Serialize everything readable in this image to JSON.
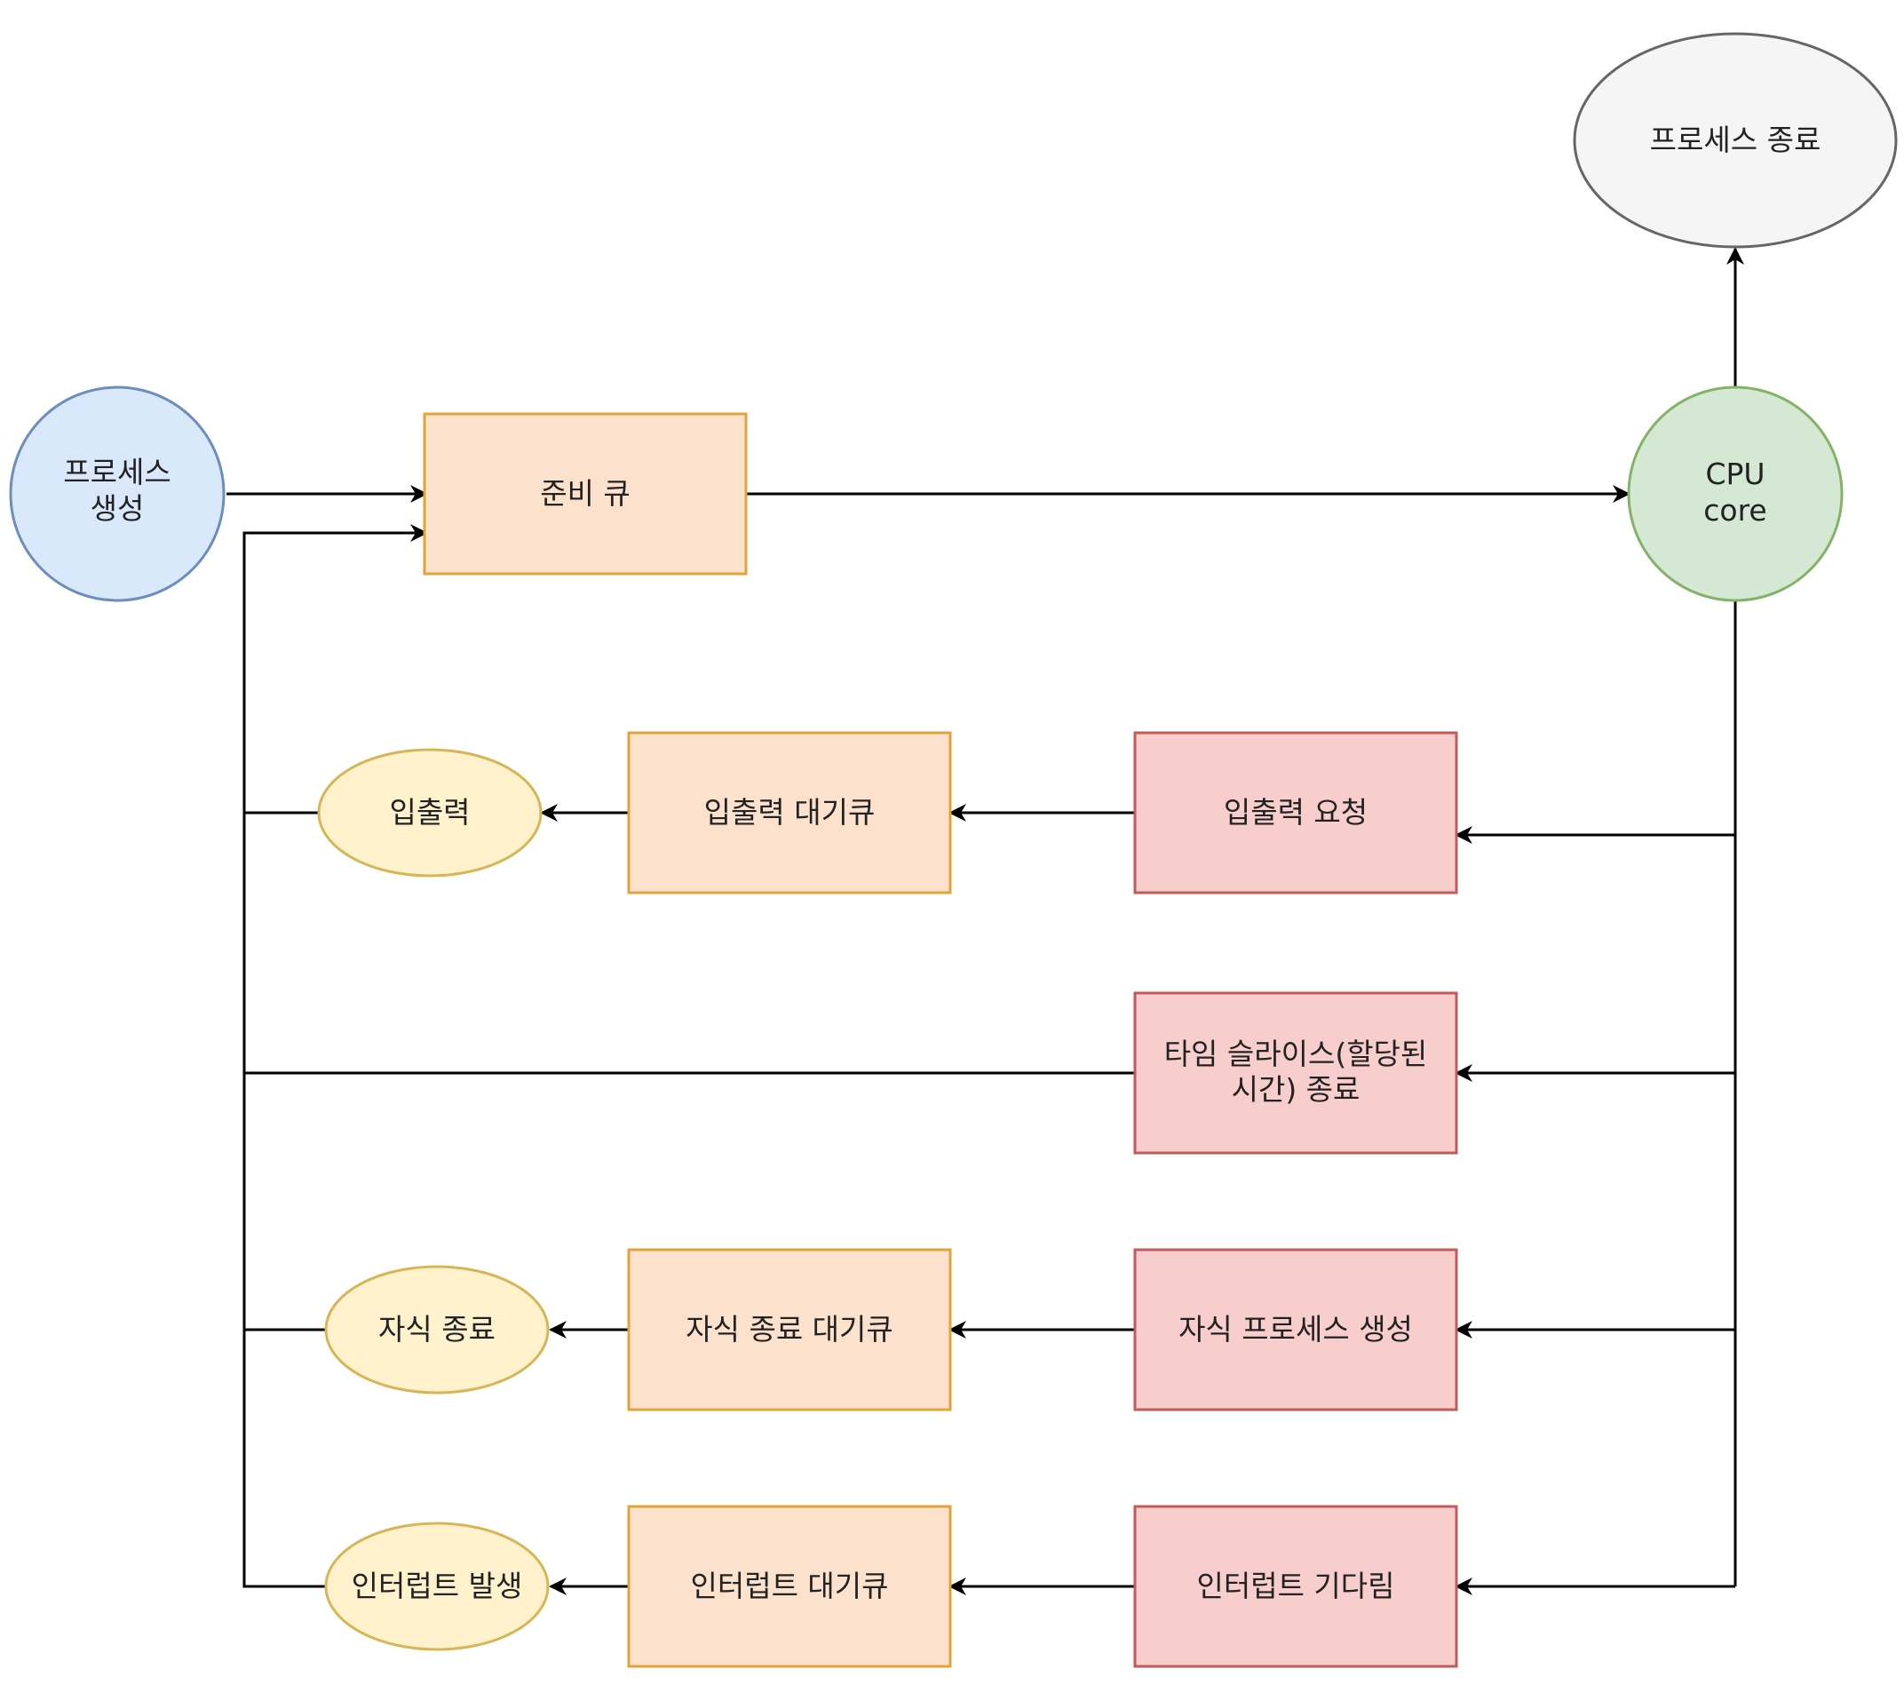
{
  "diagram": {
    "nodes": {
      "process_create": {
        "line1": "프로세스",
        "line2": "생성"
      },
      "ready_queue": {
        "label": "준비 큐"
      },
      "cpu_core": {
        "line1": "CPU",
        "line2": "core"
      },
      "process_end": {
        "label": "프로세스 종료"
      },
      "io_request": {
        "label": "입출력 요청"
      },
      "io_wait_queue": {
        "label": "입출력 대기큐"
      },
      "io_event": {
        "label": "입출력"
      },
      "time_slice_end": {
        "line1": "타임 슬라이스(할당된",
        "line2": "시간) 종료"
      },
      "child_create": {
        "label": "자식 프로세스 생성"
      },
      "child_wait_queue": {
        "label": "자식 종료 대기큐"
      },
      "child_end": {
        "label": "자식 종료"
      },
      "interrupt_wait": {
        "label": "인터럽트 기다림"
      },
      "interrupt_wait_queue": {
        "label": "인터럽트 대기큐"
      },
      "interrupt_occur": {
        "label": "인터럽트 발생"
      }
    },
    "colors": {
      "blue_fill": "#dae8fc",
      "blue_stroke": "#6c8ebf",
      "orange_fill": "#fce2cc",
      "orange_stroke": "#e0a43a",
      "green_fill": "#d5e8d4",
      "green_stroke": "#82b366",
      "gray_fill": "#f5f5f5",
      "gray_stroke": "#666666",
      "red_fill": "#f8cecc",
      "red_stroke": "#c25a5a",
      "yellow_fill": "#fff2cc",
      "yellow_stroke": "#d6b656",
      "edge": "#000000"
    }
  }
}
